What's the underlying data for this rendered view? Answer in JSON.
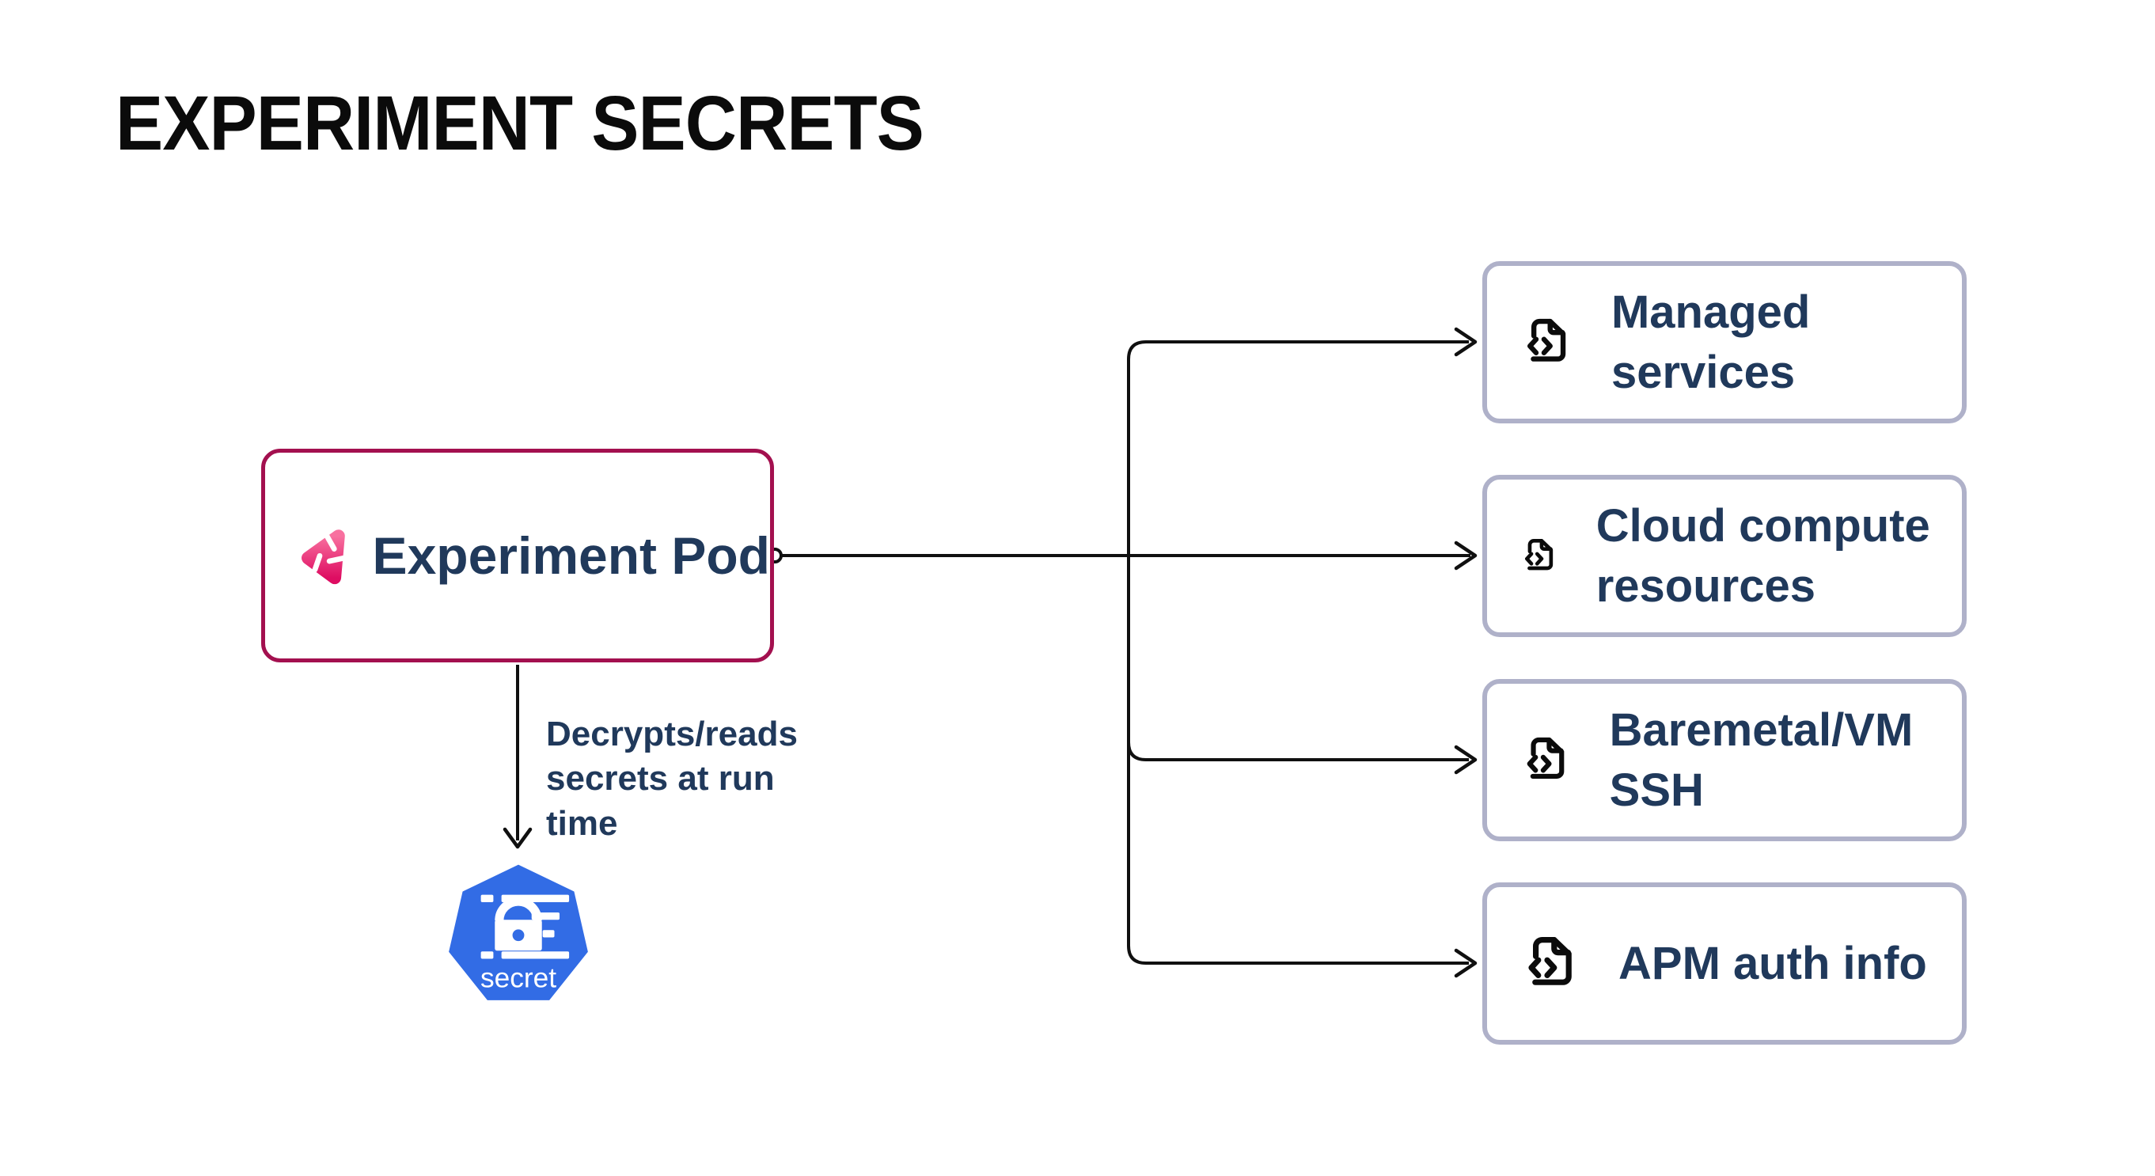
{
  "title": "EXPERIMENT SECRETS",
  "colors": {
    "pod_border": "#A3104F",
    "target_border": "#AFB1C9",
    "text_navy": "#20395B",
    "line": "#101010",
    "k8s_blue": "#326CE5",
    "logo_pink_start": "#F8709F",
    "logo_pink_end": "#DE0D62",
    "title_color": "#0B0B0B"
  },
  "pod": {
    "label": "Experiment Pod",
    "icon": "litmus-logo-icon"
  },
  "secret": {
    "annotation": "Decrypts/reads secrets at run time",
    "node_label": "secret",
    "icon": "kubernetes-secret-icon"
  },
  "targets": [
    {
      "label": "Managed services",
      "icon": "code-file-icon"
    },
    {
      "label": "Cloud compute resources",
      "icon": "code-file-icon"
    },
    {
      "label": "Baremetal/VM SSH",
      "icon": "code-file-icon"
    },
    {
      "label": "APM auth info",
      "icon": "code-file-icon"
    }
  ]
}
